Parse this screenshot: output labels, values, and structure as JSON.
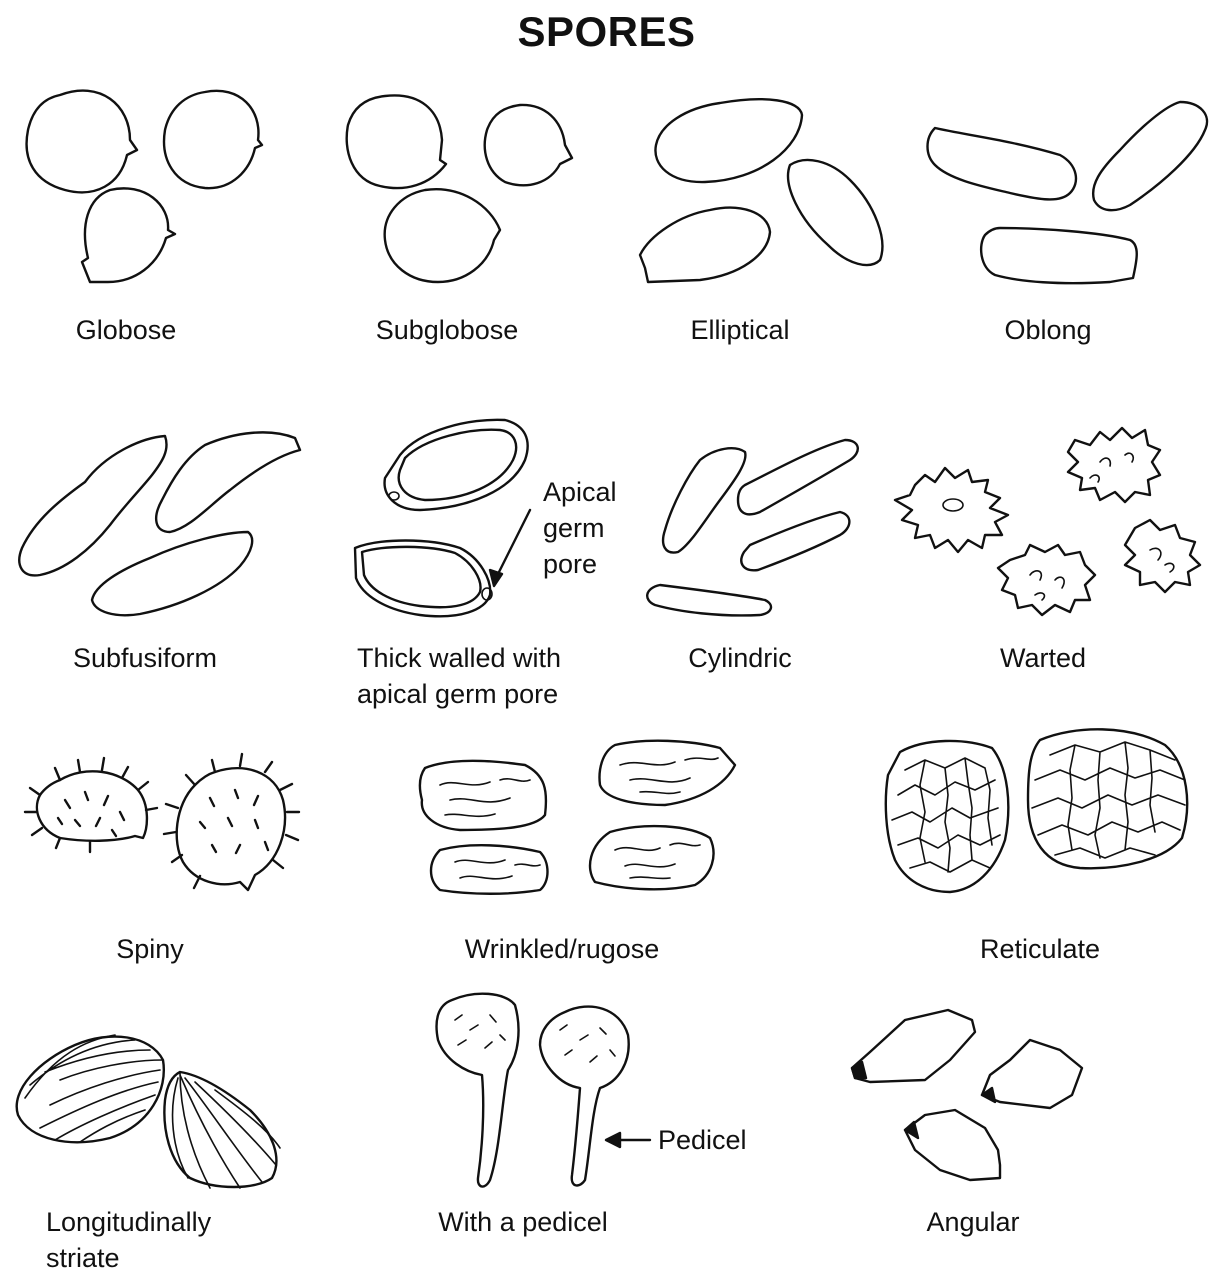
{
  "title": "SPORES",
  "shapes": {
    "globose": "Globose",
    "subglobose": "Subglobose",
    "elliptical": "Elliptical",
    "oblong": "Oblong",
    "subfusiform": "Subfusiform",
    "thick_walled_line1": "Thick walled with",
    "thick_walled_line2": "apical germ pore",
    "cylindric": "Cylindric",
    "warted": "Warted",
    "spiny": "Spiny",
    "wrinkled": "Wrinkled/rugose",
    "reticulate": "Reticulate",
    "striate_line1": "Longitudinally",
    "striate_line2": "striate",
    "pedicel_shape": "With a pedicel",
    "angular": "Angular"
  },
  "callouts": {
    "apical_line1": "Apical",
    "apical_line2": "germ",
    "apical_line3": "pore",
    "pedicel": "Pedicel"
  }
}
